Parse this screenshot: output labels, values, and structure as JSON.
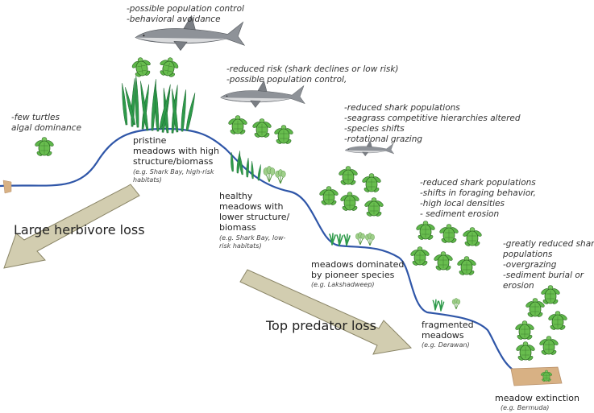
{
  "arrows": {
    "herbivore_loss": "Large herbivore loss",
    "predator_loss": "Top predator loss"
  },
  "stages": [
    {
      "id": "algal",
      "notes": "-few turtles\nalgal dominance",
      "label": "",
      "example": ""
    },
    {
      "id": "pristine",
      "notes": "-possible population control\n-behavioral avoidance",
      "label": "pristine\nmeadows with high\nstructure/biomass",
      "example": "(e.g. Shark Bay, high-risk\nhabitats)"
    },
    {
      "id": "healthy",
      "notes": "-reduced risk (shark declines or low risk)\n-possible population control,",
      "label": "healthy\nmeadows with\nlower structure/\nbiomass",
      "example": "(e.g. Shark Bay, low-\nrisk habitats)"
    },
    {
      "id": "pioneer",
      "notes": "-reduced shark populations\n-seagrass competitive hierarchies altered\n-species shifts\n-rotational grazing",
      "label": "meadows dominated\nby pioneer species",
      "example": "(e.g. Lakshadweep)"
    },
    {
      "id": "fragmented",
      "notes": "-reduced shark populations\n-shifts in foraging behavior,\n-high local densities\n- sediment erosion",
      "label": "fragmented\nmeadows",
      "example": "(e.g. Derawan)"
    },
    {
      "id": "extinction",
      "notes": "-greatly reduced shark\npopulations\n-overgrazing\n-sediment burial or\nerosion",
      "label": "meadow extinction",
      "example": "(e.g. Bermuda)"
    }
  ],
  "colors": {
    "curve": "#2f56a8",
    "arrow_fill": "#d2cdb0",
    "arrow_stroke": "#8a8566",
    "turtle": "#5fb84a",
    "seagrass": "#2e9a4a",
    "shark": "#8e9298",
    "sediment": "#d8b184"
  }
}
